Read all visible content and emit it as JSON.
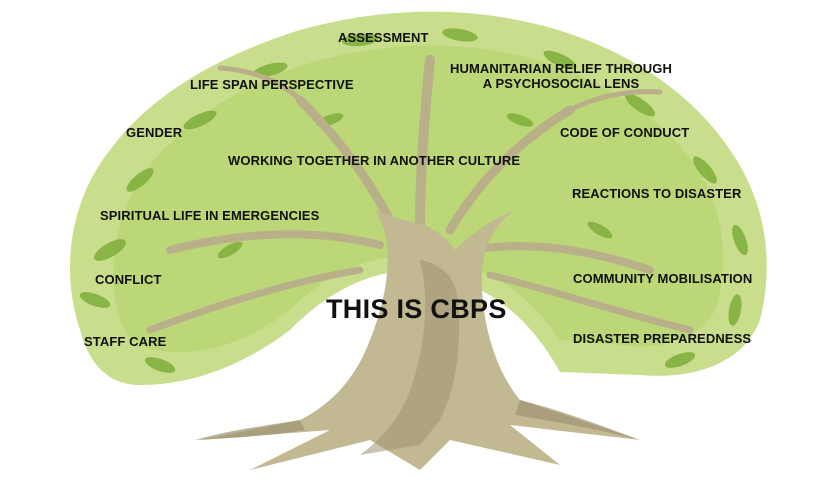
{
  "center_label": "THIS IS CBPS",
  "topics": {
    "assessment": "ASSESSMENT",
    "life_span": "LIFE SPAN PERSPECTIVE",
    "humanitarian_line1": "HUMANITARIAN RELIEF THROUGH",
    "humanitarian_line2": "A PSYCHOSOCIAL LENS",
    "gender": "GENDER",
    "code_of_conduct": "CODE OF CONDUCT",
    "working_together": "WORKING TOGETHER IN ANOTHER CULTURE",
    "reactions": "REACTIONS TO DISASTER",
    "spiritual": "SPIRITUAL LIFE IN EMERGENCIES",
    "conflict": "CONFLICT",
    "community": "COMMUNITY MOBILISATION",
    "staff_care": "STAFF CARE",
    "preparedness": "DISASTER PREPAREDNESS"
  },
  "colors": {
    "foliage_light": "#c9de8c",
    "foliage_mid": "#a9cb5c",
    "foliage_dark": "#7fae3a",
    "branch": "#b9b08a",
    "trunk": "#c2b891",
    "trunk_shadow": "#9e9473",
    "text": "#111111"
  }
}
